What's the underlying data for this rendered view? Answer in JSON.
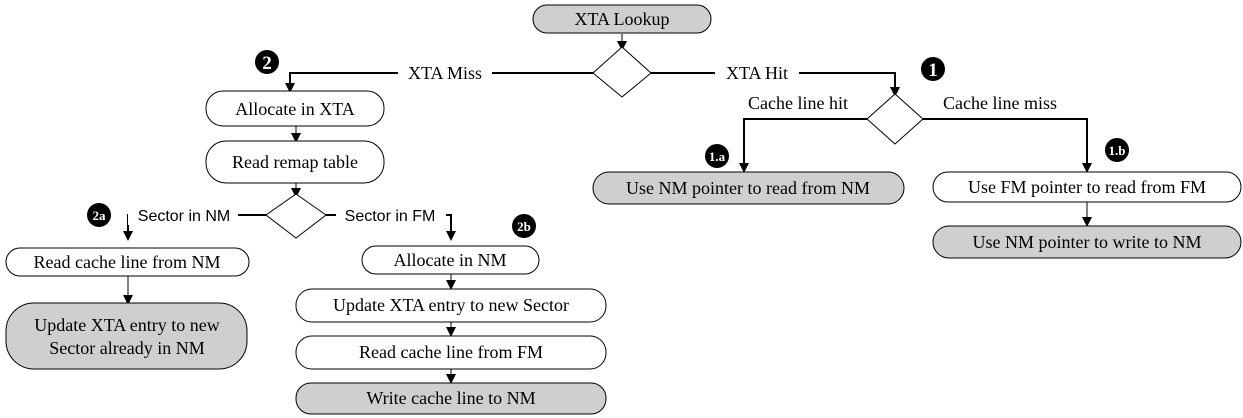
{
  "nodes": {
    "xta_lookup": "XTA Lookup",
    "allocate_xta": "Allocate in XTA",
    "read_remap": "Read remap table",
    "read_nm": "Read cache line from NM",
    "update_existing_1": "Update XTA entry to new",
    "update_existing_2": "Sector already in NM",
    "allocate_nm": "Allocate in NM",
    "update_new": "Update XTA entry to new Sector",
    "read_fm": "Read cache line from FM",
    "write_nm": "Write cache line to NM",
    "use_nm_read": "Use NM pointer to read from NM",
    "use_fm_read": "Use FM pointer to read from FM",
    "use_nm_write": "Use NM pointer to write to NM"
  },
  "edges": {
    "xta_miss": "XTA Miss",
    "xta_hit": "XTA Hit",
    "cache_hit": "Cache line hit",
    "cache_miss": "Cache line miss",
    "sector_nm": "Sector in NM",
    "sector_fm": "Sector in FM"
  },
  "badges": {
    "b1": "1",
    "b2": "2",
    "b1a": "1.a",
    "b1b": "1.b",
    "b2a": "2a",
    "b2b": "2b"
  }
}
